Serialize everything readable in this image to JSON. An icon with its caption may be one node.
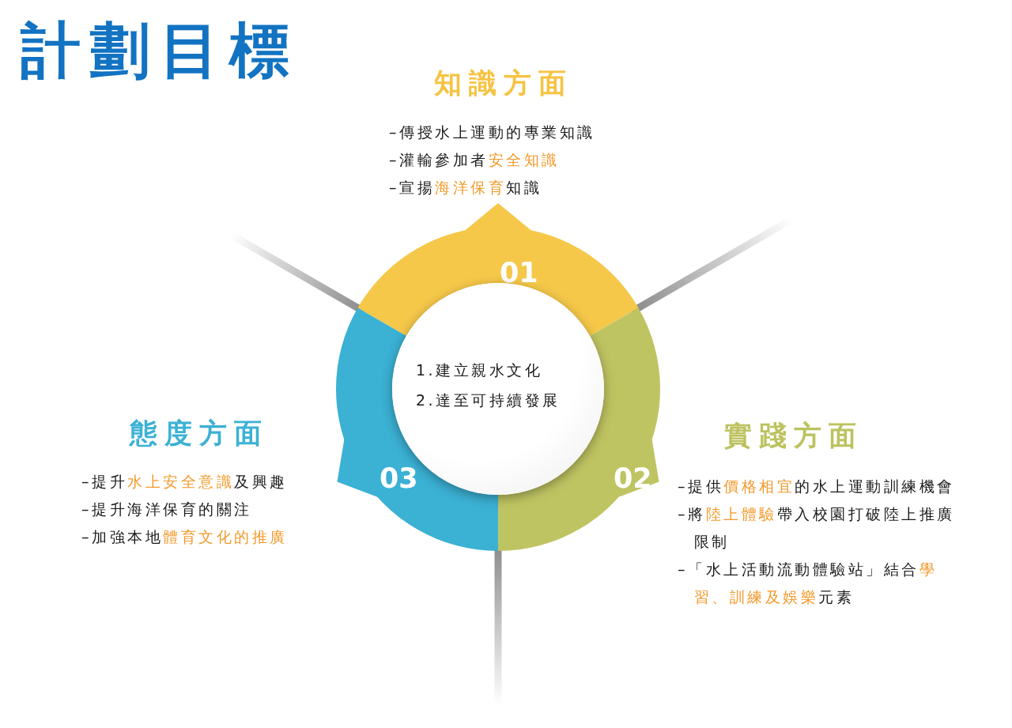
{
  "diagram": {
    "title": "計劃目標",
    "nodes": [
      {
        "text": [
          "1.建立親水文化",
          "2.達至可持續發展"
        ]
      },
      {
        "text": [
          "01"
        ]
      },
      {
        "text": [
          "02"
        ]
      },
      {
        "text": [
          "03"
        ]
      }
    ],
    "labels": [
      "知識方面",
      "–傳授水上運動的專業知識",
      "–灌輸參加者**安全知識**",
      "–宣揚**海洋保育**知識",
      "態度方面",
      "–提升**水上安全意識**及興趣",
      "–提升海洋保育的關注",
      "–加強本地**體育文化的推廣**",
      "實踐方面",
      "–提供**價格相宜**的水上運動訓練機會",
      "–將**陸上體驗**帶入校園打破陸上推廣限制",
      "–「水上活動流動體驗站」結合**學習、訓練及娛樂**元素"
    ]
  }
}
